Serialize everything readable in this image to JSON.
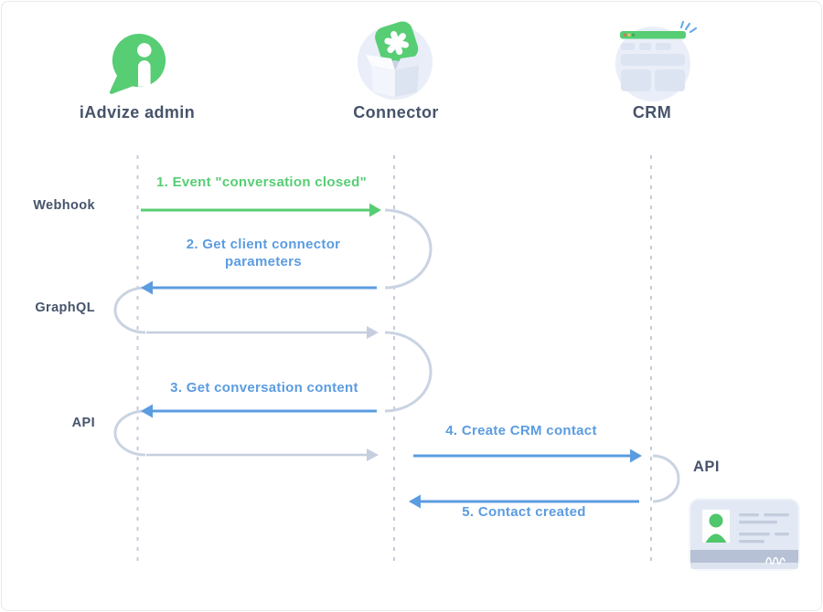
{
  "diagram": {
    "actors": [
      {
        "label": "iAdvize admin"
      },
      {
        "label": "Connector"
      },
      {
        "label": "CRM"
      }
    ],
    "lane_labels": [
      {
        "label": "Webhook"
      },
      {
        "label": "GraphQL"
      },
      {
        "label": "API"
      }
    ],
    "crm_api_label": "API",
    "messages": [
      {
        "label": "1. Event \"conversation closed\"",
        "from": "iAdvize admin",
        "to": "Connector",
        "color": "green"
      },
      {
        "label": "2. Get client connector\nparameters",
        "from": "Connector",
        "to": "iAdvize admin",
        "color": "blue"
      },
      {
        "label": "3. Get conversation content",
        "from": "Connector",
        "to": "iAdvize admin",
        "color": "blue"
      },
      {
        "label": "4. Create CRM contact",
        "from": "Connector",
        "to": "CRM",
        "color": "blue"
      },
      {
        "label": "5. Contact created",
        "from": "CRM",
        "to": "Connector",
        "color": "blue"
      }
    ]
  },
  "colors": {
    "green": "#57cd74",
    "blue": "#5b9ce0",
    "grey_arrow": "#c6cedf",
    "arc": "#cad3e2",
    "lifeline": "#c3ccdc",
    "dark_text": "#46536a",
    "icon_bg": "#e9eef8",
    "icon_grey": "#dde4f1"
  }
}
